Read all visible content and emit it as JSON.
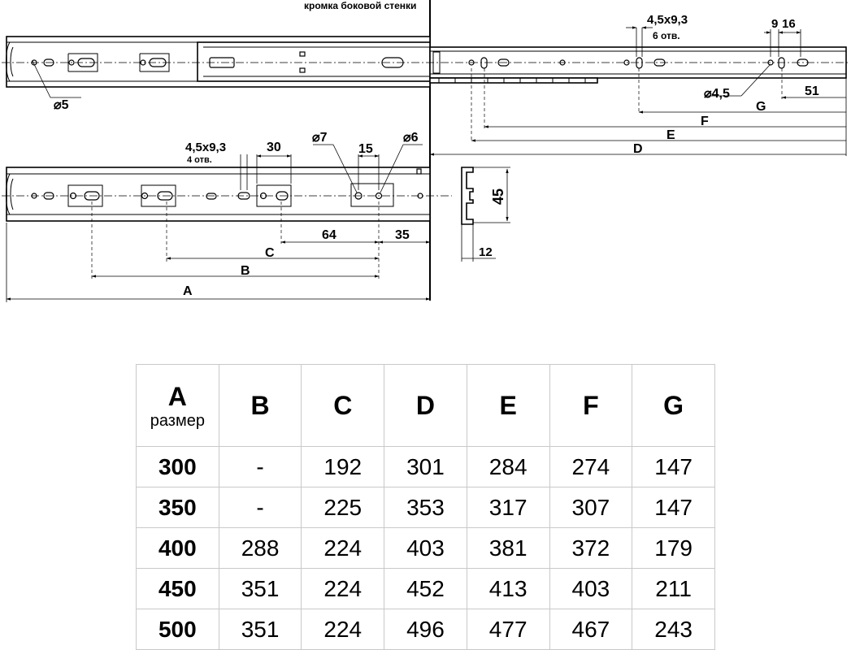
{
  "drawing": {
    "wall_label": "кромка боковой стенки",
    "slot_top": "4,5x9,3",
    "slot_top_count": "6 отв.",
    "dim_9": "9",
    "dim_16": "16",
    "dia_5": "⌀5",
    "dia_4_5": "⌀4,5",
    "dim_51": "51",
    "label_G": "G",
    "label_F": "F",
    "label_E": "E",
    "label_D": "D",
    "slot_bottom": "4,5x9,3",
    "slot_bottom_count": "4 отв.",
    "dim_30": "30",
    "dia_7": "⌀7",
    "dim_15": "15",
    "dia_6": "⌀6",
    "dim_45": "45",
    "dim_64": "64",
    "dim_35": "35",
    "dim_12": "12",
    "label_C": "C",
    "label_B": "B",
    "label_A": "A"
  },
  "table": {
    "headers": [
      {
        "main": "A",
        "sub": "размер"
      },
      {
        "main": "B",
        "sub": ""
      },
      {
        "main": "C",
        "sub": ""
      },
      {
        "main": "D",
        "sub": ""
      },
      {
        "main": "E",
        "sub": ""
      },
      {
        "main": "F",
        "sub": ""
      },
      {
        "main": "G",
        "sub": ""
      }
    ],
    "rows": [
      [
        "300",
        "-",
        "192",
        "301",
        "284",
        "274",
        "147"
      ],
      [
        "350",
        "-",
        "225",
        "353",
        "317",
        "307",
        "147"
      ],
      [
        "400",
        "288",
        "224",
        "403",
        "381",
        "372",
        "179"
      ],
      [
        "450",
        "351",
        "224",
        "452",
        "413",
        "403",
        "211"
      ],
      [
        "500",
        "351",
        "224",
        "496",
        "477",
        "467",
        "243"
      ]
    ]
  }
}
